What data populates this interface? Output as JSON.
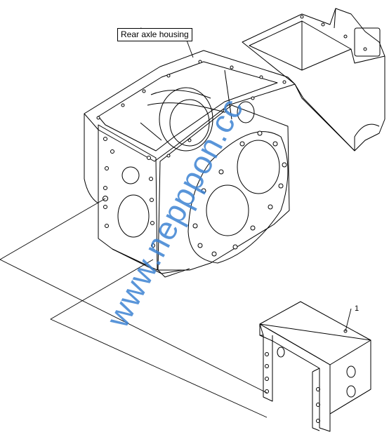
{
  "diagram": {
    "callouts": {
      "housing_label": "Rear axle housing",
      "part_number": "1"
    },
    "watermark": "www.nepppon.cc",
    "colors": {
      "line": "#000000",
      "watermark": "#3c82d2",
      "background": "#ffffff"
    }
  }
}
